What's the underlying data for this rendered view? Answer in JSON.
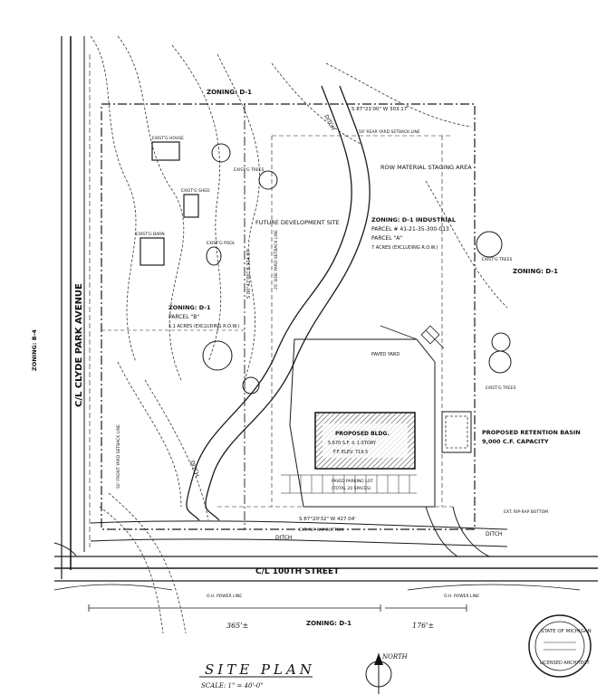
{
  "labels": {
    "zoning_top": "ZONING: D-1",
    "zoning_bottom": "ZONING: D-1",
    "zoning_right": "ZONING: D-1",
    "zoning_left": "ZONING: B-4",
    "street_vertical": "C/L CLYDE PARK AVENUE",
    "street_horizontal": "C/L 100TH STREET",
    "row_material": "ROW MATERIAL STAGING AREA",
    "future_dev": "FUTURE DEVELOPMENT SITE",
    "zoning_parcel_a_1": "ZONING: D-1 INDUSTRIAL",
    "zoning_parcel_a_2": "PARCEL # 41-21-35-300-013",
    "zoning_parcel_a_3": "PARCEL \"A\"",
    "zoning_parcel_a_4": "7 ACRES (EXCLUDING R.O.W.)",
    "zoning_parcel_b_1": "ZONING: D-1",
    "zoning_parcel_b_2": "PARCEL \"B\"",
    "zoning_parcel_b_3": "1.1 ACRES (EXCLUDING R.O.W.)",
    "building_1": "PROPOSED BLDG.",
    "building_2": "5,670 S.F. ± 1-STORY",
    "building_3": "F.F. ELEV. 719.5",
    "retention_1": "PROPOSED RETENTION BASIN",
    "retention_2": "9,000 C.F. CAPACITY",
    "ditch_1": "DITCH",
    "ditch_2": "DITCH",
    "ditch_3": "DITCH",
    "ditch_4": "DITCH",
    "bearing_top": "S 87°21'00\" W 303.17'",
    "bearing_bottom": "S 87°20'32\" W 427.04'",
    "bearing_mid": "S 00°42'00\" E 314.97'",
    "exist_house": "EXIST'G HOUSE",
    "exist_shed": "EXIST'G SHED",
    "exist_barn": "EXIST'G BARN",
    "exist_pool": "EXIST'G POOL",
    "exist_trees_1": "EXIST'G TREES",
    "exist_trees_2": "EXIST'G TREES",
    "exist_trees_3": "EXIST'G TREES",
    "paved_yard": "PAVED YARD",
    "parking_lot": "PAVED PARKING LOT",
    "parking_spaces": "(TOTAL 20 SPACES)",
    "overhead_power_1": "O.H. POWER LINE",
    "overhead_power_2": "O.H. POWER LINE",
    "rip_rap": "EXT. RIP-RAP BOTTOM",
    "rip_rap_2": "EXT. RIP-RAP BOTTOM",
    "dimension_bottom_left": "365'±",
    "dimension_bottom_right": "176'±",
    "front_setback": "50' FRONT YARD SETBACK LINE",
    "rear_setback": "50' REAR YARD SETBACK LINE",
    "side_setback": "25' SIDE YARD SETBACK LINE"
  },
  "title": {
    "main": "SITE PLAN",
    "scale": "SCALE: 1\" = 40'-0\""
  },
  "north_label": "NORTH",
  "seal": {
    "line1": "STATE OF MICHIGAN",
    "line2": "LICENSED ARCHITECT"
  }
}
